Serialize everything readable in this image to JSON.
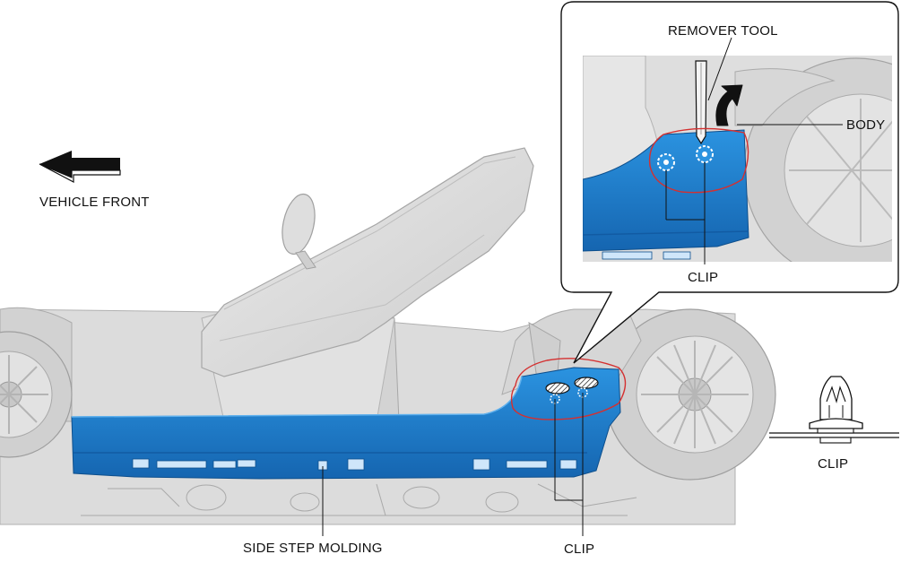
{
  "labels": {
    "vehicle_front": "VEHICLE FRONT",
    "remover_tool": "REMOVER TOOL",
    "body": "BODY",
    "clip_detail": "CLIP",
    "clip_side": "CLIP",
    "side_step_molding": "SIDE STEP MOLDING",
    "clip_bottom": "CLIP"
  },
  "colors": {
    "molding_blue": "#1f86d6",
    "molding_shadow": "#1767b3",
    "car_gray": "#d9d9d9",
    "car_outline": "#a9a9a9",
    "highlight_red": "#d43030",
    "leader_line": "#111111"
  },
  "icons": {
    "arrow": "left-arrow-icon",
    "rotate": "curved-arrow-icon",
    "clip": "clip-fastener-icon"
  }
}
